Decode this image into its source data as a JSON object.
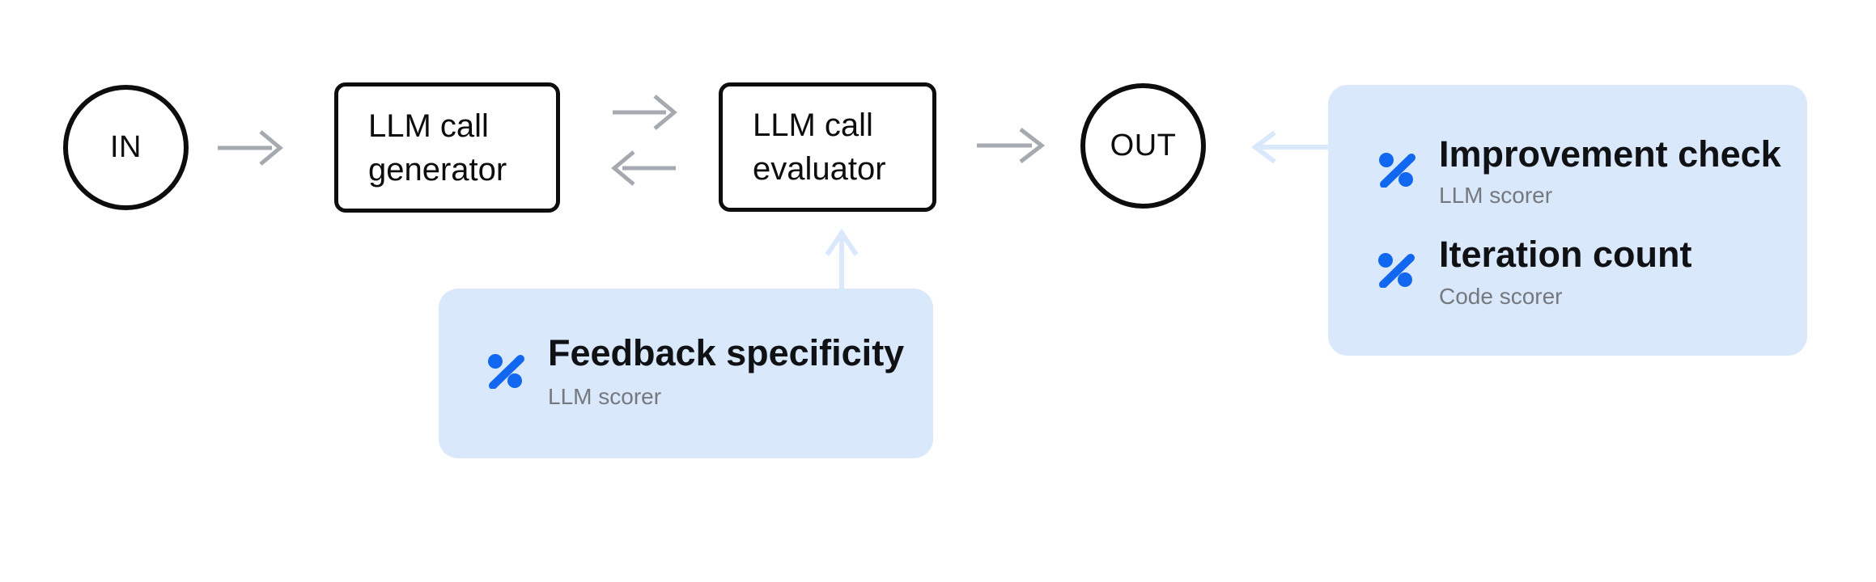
{
  "diagram": {
    "colors": {
      "canvas-bg": "#ffffff",
      "node-border": "#0d0d0f",
      "node-text": "#0d0d0f",
      "arrow-gray": "#a5a9b0",
      "card-bg": "#d9e9fb",
      "arrow-pale": "#d9e9fb",
      "scorer-blue": "#1267f1",
      "title-text": "#101114",
      "subtitle-text": "#75787e"
    },
    "nodes": {
      "input": {
        "label": "IN"
      },
      "generator": {
        "label": "LLM call\ngenerator"
      },
      "evaluator": {
        "label": "LLM call\nevaluator"
      },
      "output": {
        "label": "OUT"
      }
    },
    "cards": {
      "evaluator_scorers": {
        "items": [
          {
            "icon": "percent-scorer-icon",
            "title": "Feedback specificity",
            "subtitle": "LLM scorer"
          }
        ]
      },
      "output_scorers": {
        "items": [
          {
            "icon": "percent-scorer-icon",
            "title": "Improvement check",
            "subtitle": "LLM scorer"
          },
          {
            "icon": "percent-scorer-icon",
            "title": "Iteration count",
            "subtitle": "Code scorer"
          }
        ]
      }
    }
  }
}
